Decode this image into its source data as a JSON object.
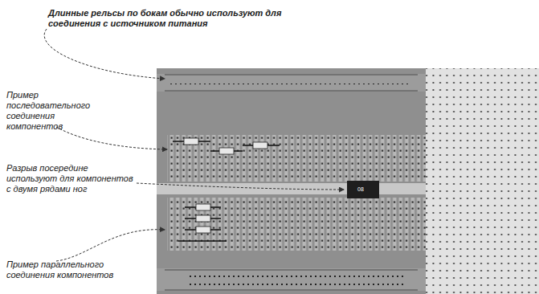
{
  "diagram": {
    "labels": [
      "Длинные рельсы по бокам обычно используют для соединения с источником питания",
      "Пример последовательного соединения компонентов",
      "Разрыв посередине используют для компонентов с двумя рядами ног",
      "Пример параллельного соединения компонентов",
      "08"
    ]
  }
}
